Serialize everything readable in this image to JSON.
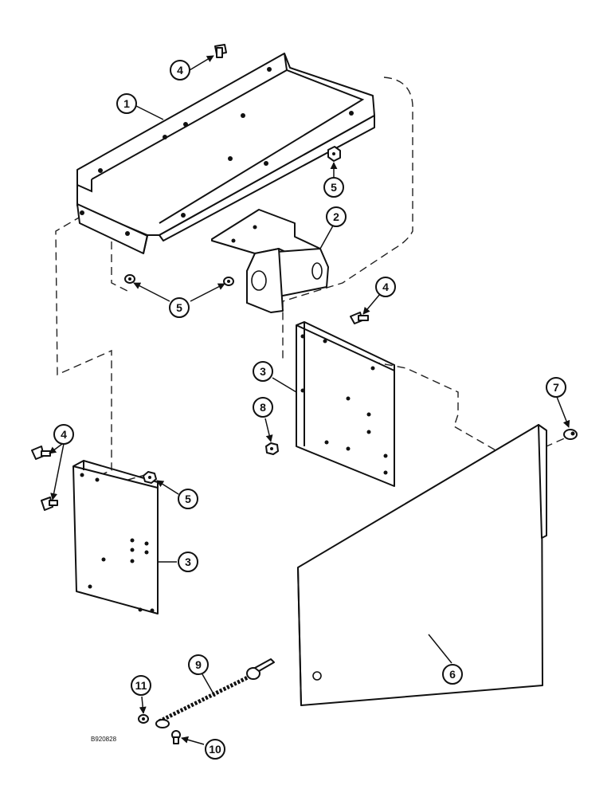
{
  "figure_id": "B920828",
  "callouts": [
    "1",
    "2",
    "3",
    "4",
    "5",
    "6",
    "7",
    "8",
    "9",
    "10",
    "11"
  ]
}
